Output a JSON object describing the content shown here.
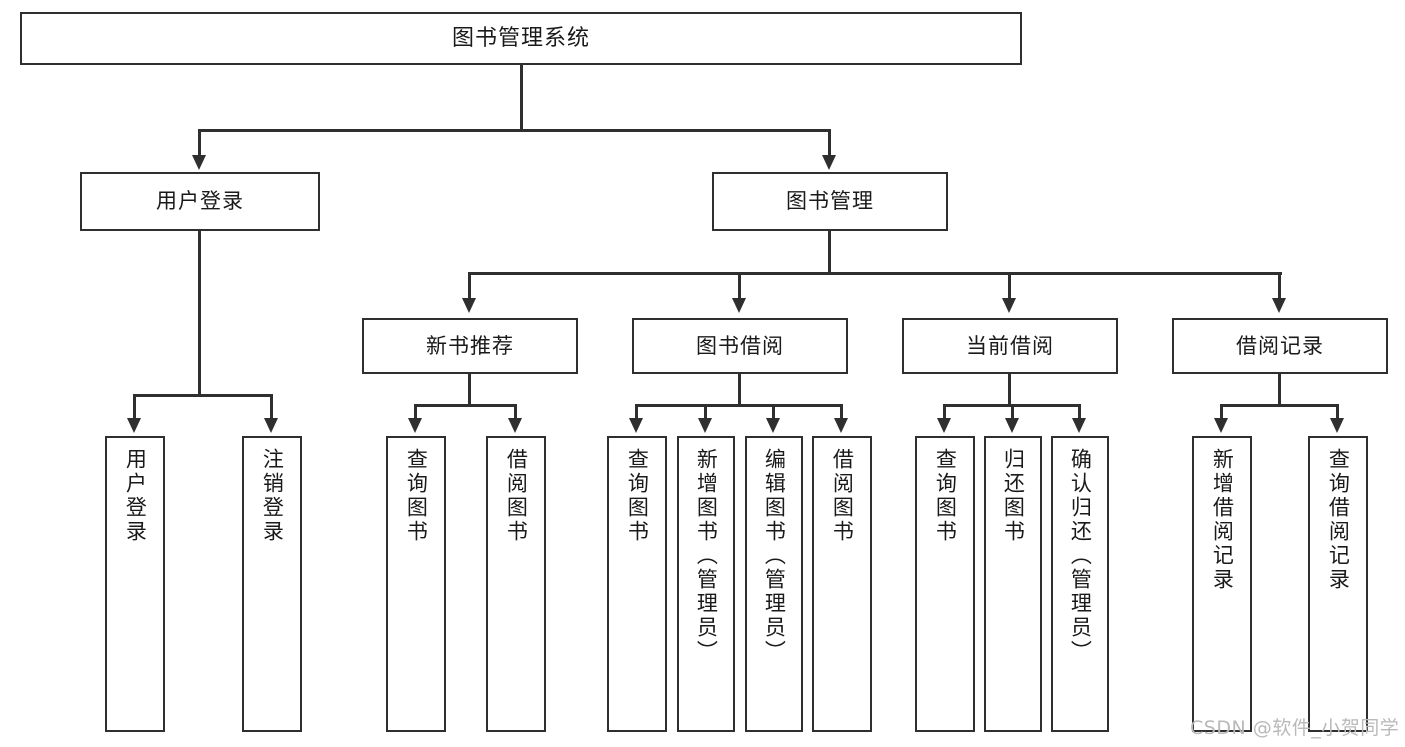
{
  "diagram": {
    "title": "图书管理系统",
    "type": "tree-hierarchy",
    "root": {
      "id": "root",
      "label": "图书管理系统"
    },
    "level2": [
      {
        "id": "user-login",
        "label": "用户登录"
      },
      {
        "id": "book-manage",
        "label": "图书管理"
      }
    ],
    "level3": [
      {
        "id": "new-book-rec",
        "label": "新书推荐",
        "parent": "book-manage"
      },
      {
        "id": "book-borrow",
        "label": "图书借阅",
        "parent": "book-manage"
      },
      {
        "id": "current-borrow",
        "label": "当前借阅",
        "parent": "book-manage"
      },
      {
        "id": "borrow-record",
        "label": "借阅记录",
        "parent": "book-manage"
      }
    ],
    "leaves": [
      {
        "id": "leaf-user-login",
        "label": "用户登录",
        "parent": "user-login"
      },
      {
        "id": "leaf-logout",
        "label": "注销登录",
        "parent": "user-login"
      },
      {
        "id": "leaf-query-book-1",
        "label": "查询图书",
        "parent": "new-book-rec"
      },
      {
        "id": "leaf-borrow-book-1",
        "label": "借阅图书",
        "parent": "new-book-rec"
      },
      {
        "id": "leaf-query-book-2",
        "label": "查询图书",
        "parent": "book-borrow"
      },
      {
        "id": "leaf-add-book",
        "label": "新增图书（管理员）",
        "parent": "book-borrow"
      },
      {
        "id": "leaf-edit-book",
        "label": "编辑图书（管理员）",
        "parent": "book-borrow"
      },
      {
        "id": "leaf-borrow-book-2",
        "label": "借阅图书",
        "parent": "book-borrow"
      },
      {
        "id": "leaf-query-book-3",
        "label": "查询图书",
        "parent": "current-borrow"
      },
      {
        "id": "leaf-return-book",
        "label": "归还图书",
        "parent": "current-borrow"
      },
      {
        "id": "leaf-confirm-return",
        "label": "确认归还（管理员）",
        "parent": "current-borrow"
      },
      {
        "id": "leaf-add-record",
        "label": "新增借阅记录",
        "parent": "borrow-record"
      },
      {
        "id": "leaf-query-record",
        "label": "查询借阅记录",
        "parent": "borrow-record"
      }
    ]
  },
  "watermark": {
    "text": "CSDN @软件_小贺同学"
  },
  "colors": {
    "stroke": "#2f2f2f",
    "fill": "#ffffff",
    "text": "#1a1a1a",
    "watermark": "#b9b9b9"
  }
}
